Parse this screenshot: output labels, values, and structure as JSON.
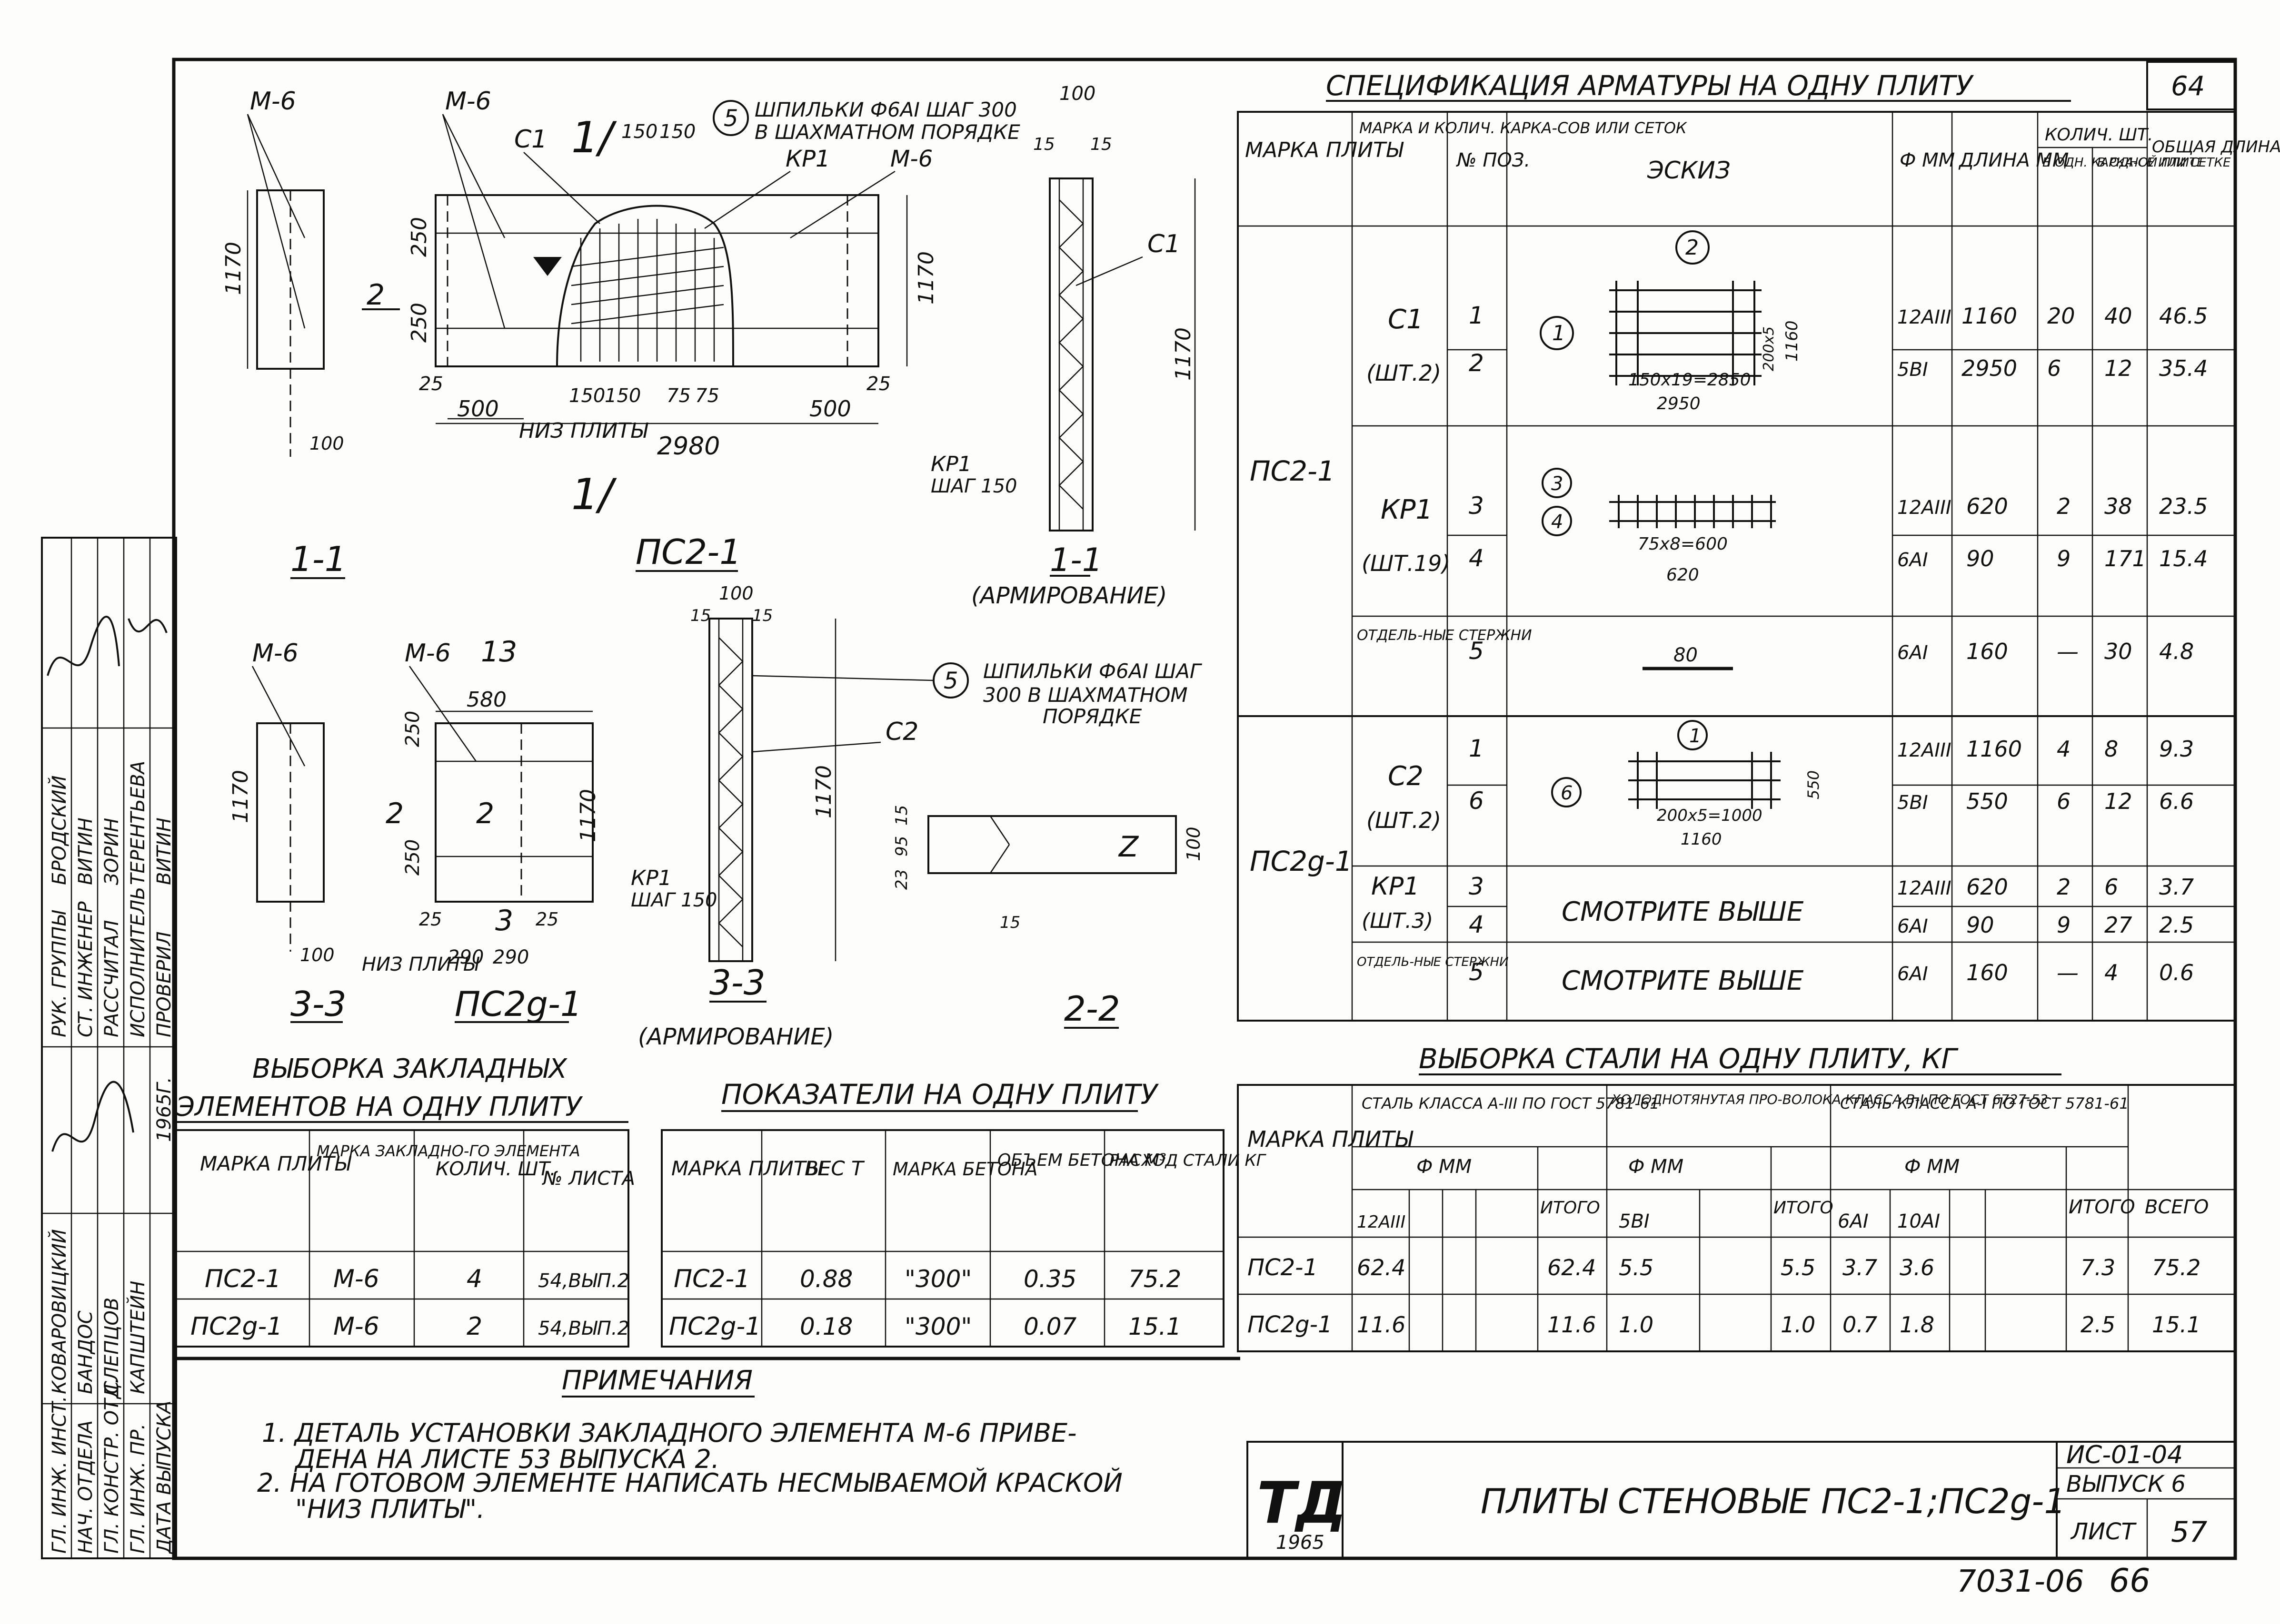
{
  "sheet_number_top": "64",
  "spec": {
    "title": "СПЕЦИФИКАЦИЯ АРМАТУРЫ НА ОДНУ ПЛИТУ",
    "headers": {
      "marka_plity": "МАРКА ПЛИТЫ",
      "marka_karkasa": "МАРКА И КОЛИЧ. КАРКА-СОВ ИЛИ СЕТОК",
      "poz": "№ ПОЗ.",
      "eskiz": "ЭСКИЗ",
      "diam": "Ф ММ",
      "dlina": "ДЛИНА ММ",
      "kolich": "КОЛИЧ. ШТ.",
      "v_odn": "В ОДН. КАРКА-СЕ ИЛИ СЕТКЕ",
      "v_plite": "В ОДНОЙ ПЛИТЕ",
      "obshaya": "ОБЩАЯ ДЛИНА М"
    },
    "groups": [
      {
        "plate": "ПС2-1",
        "items": [
          {
            "name": "С1",
            "qty": "(ШТ.2)",
            "rows": [
              {
                "poz": "1",
                "d": "12АIII",
                "len": "1160",
                "n1": "20",
                "n2": "40",
                "total": "46.5"
              },
              {
                "poz": "2",
                "d": "5BI",
                "len": "2950",
                "n1": "6",
                "n2": "12",
                "total": "35.4"
              }
            ]
          },
          {
            "name": "КР1",
            "qty": "(ШТ.19)",
            "rows": [
              {
                "poz": "3",
                "d": "12АIII",
                "len": "620",
                "n1": "2",
                "n2": "38",
                "total": "23.5"
              },
              {
                "poz": "4",
                "d": "6АI",
                "len": "90",
                "n1": "9",
                "n2": "171",
                "total": "15.4"
              }
            ]
          },
          {
            "name": "ОТДЕЛЬ-НЫЕ СТЕРЖНИ",
            "qty": "",
            "rows": [
              {
                "poz": "5",
                "d": "6АI",
                "len": "160",
                "n1": "—",
                "n2": "30",
                "total": "4.8"
              }
            ]
          }
        ]
      },
      {
        "plate": "ПС2g-1",
        "items": [
          {
            "name": "С2",
            "qty": "(ШТ.2)",
            "rows": [
              {
                "poz": "1",
                "d": "12АIII",
                "len": "1160",
                "n1": "4",
                "n2": "8",
                "total": "9.3"
              },
              {
                "poz": "6",
                "d": "5BI",
                "len": "550",
                "n1": "6",
                "n2": "12",
                "total": "6.6"
              }
            ]
          },
          {
            "name": "КР1",
            "qty": "(ШТ.3)",
            "rows": [
              {
                "poz": "3",
                "d": "12АIII",
                "len": "620",
                "n1": "2",
                "n2": "6",
                "total": "3.7"
              },
              {
                "poz": "4",
                "d": "6АI",
                "len": "90",
                "n1": "9",
                "n2": "27",
                "total": "2.5"
              }
            ]
          },
          {
            "name": "ОТДЕЛЬ-НЫЕ СТЕРЖНИ",
            "qty": "",
            "rows": [
              {
                "poz": "5",
                "d": "6АI",
                "len": "160",
                "n1": "—",
                "n2": "4",
                "total": "0.6"
              }
            ]
          }
        ]
      }
    ],
    "sketch_notes": {
      "c1_dims": "150x19=2850",
      "c1_total": "2950",
      "c1_h": "1160",
      "c1_side": "200x5",
      "kr1_dims": "75x8=600",
      "kr1_total": "620",
      "rod": "80",
      "c2_dims": "200x5=1000",
      "c2_total": "1160",
      "c2_h": "550",
      "see_above": "СМОТРИТЕ ВЫШЕ"
    }
  },
  "steel": {
    "title": "ВЫБОРКА СТАЛИ НА ОДНУ ПЛИТУ, КГ",
    "col_marka": "МАРКА ПЛИТЫ",
    "g1": "СТАЛЬ КЛАССА А-III ПО ГОСТ 5781-61",
    "g2": "ХОЛОДНОТЯНУТАЯ ПРО-ВОЛОКА КЛАССА В-I ПО ГОСТ 6727-53",
    "g3": "СТАЛЬ КЛАССА А-I ПО ГОСТ 5781-61",
    "fmm": "Ф ММ",
    "sub": [
      "12АIII",
      "",
      "",
      "ИТОГО",
      "5BI",
      "",
      "ИТОГО",
      "6АI",
      "10АI",
      "",
      "ИТОГО",
      "ВСЕГО"
    ],
    "rows": [
      {
        "marka": "ПС2-1",
        "v": [
          "62.4",
          "",
          "",
          "62.4",
          "5.5",
          "",
          "5.5",
          "3.7",
          "3.6",
          "",
          "7.3",
          "75.2"
        ]
      },
      {
        "marka": "ПС2g-1",
        "v": [
          "11.6",
          "",
          "",
          "11.6",
          "1.0",
          "",
          "1.0",
          "0.7",
          "1.8",
          "",
          "2.5",
          "15.1"
        ]
      }
    ]
  },
  "embed": {
    "title1": "ВЫБОРКА ЗАКЛАДНЫХ",
    "title2": "ЭЛЕМЕНТОВ НА ОДНУ ПЛИТУ",
    "headers": [
      "МАРКА ПЛИТЫ",
      "МАРКА ЗАКЛАДНО-ГО ЭЛЕМЕНТА",
      "КОЛИЧ. ШТ.",
      "№ ЛИСТА"
    ],
    "rows": [
      [
        "ПС2-1",
        "М-6",
        "4",
        "54,ВЫП.2"
      ],
      [
        "ПС2g-1",
        "М-6",
        "2",
        "54,ВЫП.2"
      ]
    ]
  },
  "indic": {
    "title": "ПОКАЗАТЕЛИ НА ОДНУ ПЛИТУ",
    "headers": [
      "МАРКА ПЛИТЫ",
      "ВЕС Т",
      "МАРКА БЕТОНА",
      "ОБЪЕМ БЕТОНА М³",
      "РАСХОД СТАЛИ КГ"
    ],
    "rows": [
      [
        "ПС2-1",
        "0.88",
        "\"300\"",
        "0.35",
        "75.2"
      ],
      [
        "ПС2g-1",
        "0.18",
        "\"300\"",
        "0.07",
        "15.1"
      ]
    ]
  },
  "notes": {
    "title": "ПРИМЕЧАНИЯ",
    "l1": "1. ДЕТАЛЬ УСТАНОВКИ ЗАКЛАДНОГО ЭЛЕМЕНТА М-6 ПРИВЕ-",
    "l1b": "ДЕНА НА ЛИСТЕ 53 ВЫПУСКА 2.",
    "l2": "2. НА ГОТОВОМ ЭЛЕМЕНТЕ НАПИСАТЬ НЕСМЫВАЕМОЙ КРАСКОЙ",
    "l2b": "\"НИЗ ПЛИТЫ\"."
  },
  "titleblock": {
    "logo": "ТД",
    "year": "1965",
    "title": "ПЛИТЫ СТЕНОВЫЕ ПС2-1;ПС2g-1",
    "code": "ИС-01-04",
    "issue": "ВЫПУСК 6",
    "sheet_label": "ЛИСТ",
    "sheet": "57",
    "bottom_num": "7031-06",
    "bottom_page": "66"
  },
  "stamp": {
    "roles": [
      "РУК. ГРУППЫ",
      "СТ. ИНЖЕНЕР",
      "РАССЧИТАЛ",
      "ИСПОЛНИТЕЛЬ",
      "ПРОВЕРИЛ"
    ],
    "names": [
      "БРОДСКИЙ",
      "ВИТИН",
      "ЗОРИН",
      "ТЕРЕНТЬЕВА",
      "ВИТИН"
    ],
    "roles2": [
      "ГЛ. ИНЖ. ИНСТ.",
      "НАЧ. ОТДЕЛА",
      "ГЛ. КОНСТР. ОТД.",
      "ГЛ. ИНЖ. ПР.",
      "ДАТА ВЫПУСКА"
    ],
    "names2": [
      "КОВАРОВИЦКИЙ",
      "БАНДОС",
      "СЛЕПЦОВ",
      "КАПШТЕЙН",
      ""
    ],
    "year": "1965Г."
  },
  "drawing": {
    "m6": "М-6",
    "c1": "С1",
    "c2": "С2",
    "kr1": "КР1",
    "kr1_step": "ШАГ 150",
    "pins": "ШПИЛЬКИ Ф6АI ШАГ 300",
    "pins2": "В ШАХМАТНОМ ПОРЯДКЕ",
    "pins_b1": "ШПИЛЬКИ Ф6АI ШАГ",
    "pins_b2": "300 В ШАХМАТНОМ",
    "pins_b3": "ПОРЯДКЕ",
    "niz": "НИЗ ПЛИТЫ",
    "sec11": "1-1",
    "sec11_arm": "(АРМИРОВАНИЕ)",
    "ps21": "ПС2-1",
    "ps2g1": "ПС2g-1",
    "sec33": "3-3",
    "sec33_arm": "(АРМИРОВАНИЕ)",
    "sec22": "2-2",
    "d1170": "1170",
    "d2980": "2980",
    "d500": "500",
    "d580": "580",
    "d100": "100",
    "d150": "150",
    "d250": "250",
    "d25": "25",
    "d75": "75",
    "d290": "290",
    "d15": "15",
    "d95": "95",
    "d23": "23",
    "m6_13": "13"
  }
}
